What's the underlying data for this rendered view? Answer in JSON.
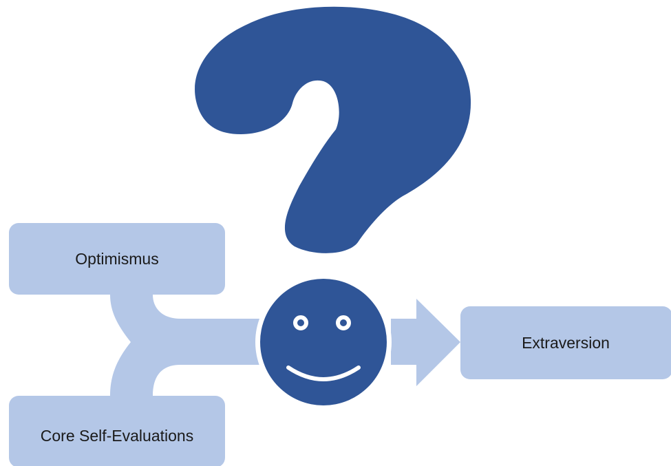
{
  "boxes": {
    "optimism": "Optimismus",
    "core_self_evaluations": "Core Self-Evaluations",
    "extraversion": "Extraversion"
  },
  "icons": {
    "question": "question-mark-icon",
    "face": "smiley-face-icon",
    "arrow": "arrow-right-icon"
  },
  "colors": {
    "dark_blue": "#2F5597",
    "light_blue": "#B4C7E7",
    "text": "#1a1a1a",
    "background": "#ffffff"
  }
}
